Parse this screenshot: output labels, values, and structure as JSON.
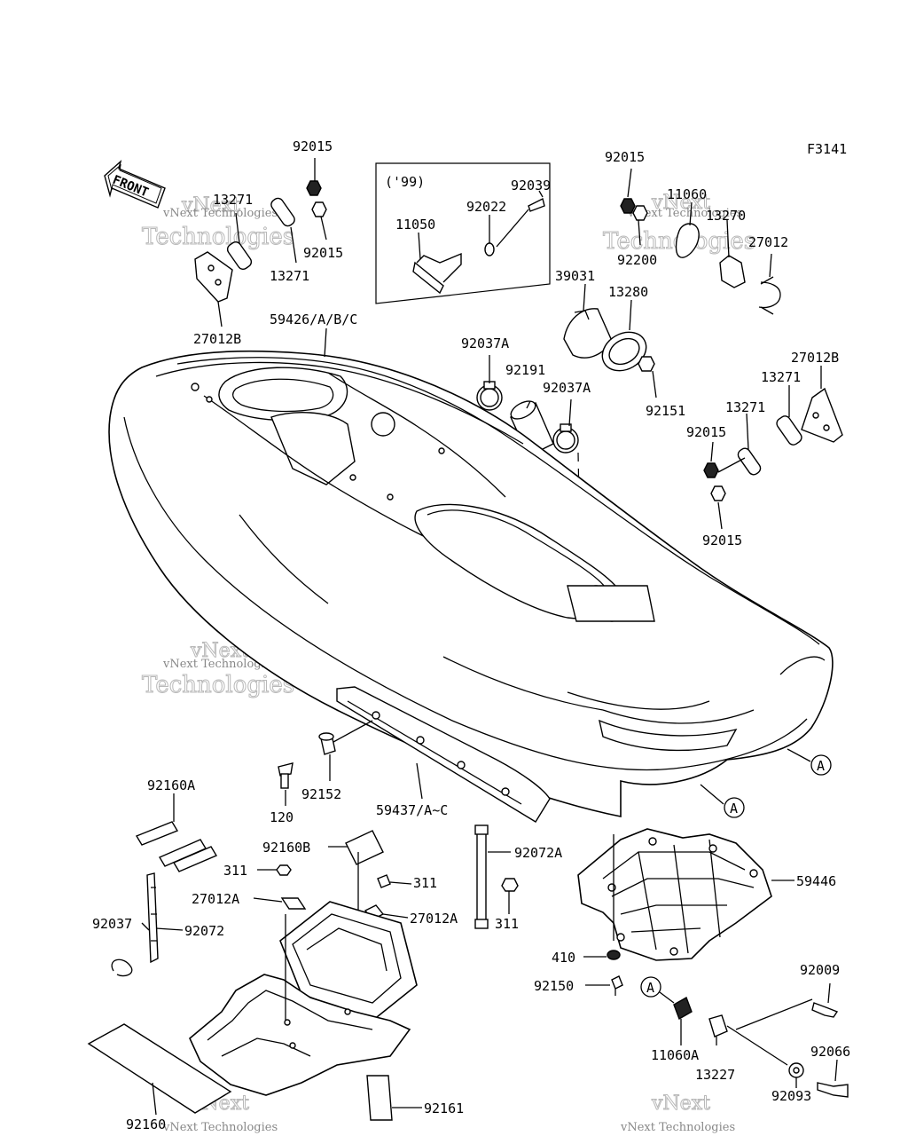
{
  "figure_code": "F3141",
  "front_label": "FRONT",
  "year_box_label": "('99)",
  "callout_letter": "A",
  "watermark": {
    "line1": "vNext",
    "line2": "Technologies",
    "small": "vNext Technologies"
  },
  "parts": {
    "p92015a": "92015",
    "p13271a": "13271",
    "p92015b": "92015",
    "p13271b": "13271",
    "p27012Ba": "27012B",
    "p92039": "92039",
    "p92022": "92022",
    "p11050": "11050",
    "p92015c": "92015",
    "p11060": "11060",
    "p13270": "13270",
    "p27012": "27012",
    "p92200": "92200",
    "p39031": "39031",
    "p13280": "13280",
    "p92151": "92151",
    "p59426": "59426/A/B/C",
    "p92037Aa": "92037A",
    "p92191": "92191",
    "p92037Ab": "92037A",
    "p27012Bb": "27012B",
    "p13271c": "13271",
    "p13271d": "13271",
    "p92015d": "92015",
    "p92015e": "92015",
    "p92152": "92152",
    "p120": "120",
    "p59437": "59437/A~C",
    "p92160A": "92160A",
    "p92160B": "92160B",
    "p311a": "311",
    "p311b": "311",
    "p27012Aa": "27012A",
    "p27012Ab": "27012A",
    "p92072A": "92072A",
    "p311c": "311",
    "p92037": "92037",
    "p92072": "92072",
    "p59446": "59446",
    "p410": "410",
    "p92150": "92150",
    "p92009": "92009",
    "p11060A": "11060A",
    "p13227": "13227",
    "p92066": "92066",
    "p92093": "92093",
    "p92160": "92160",
    "p92161": "92161"
  }
}
